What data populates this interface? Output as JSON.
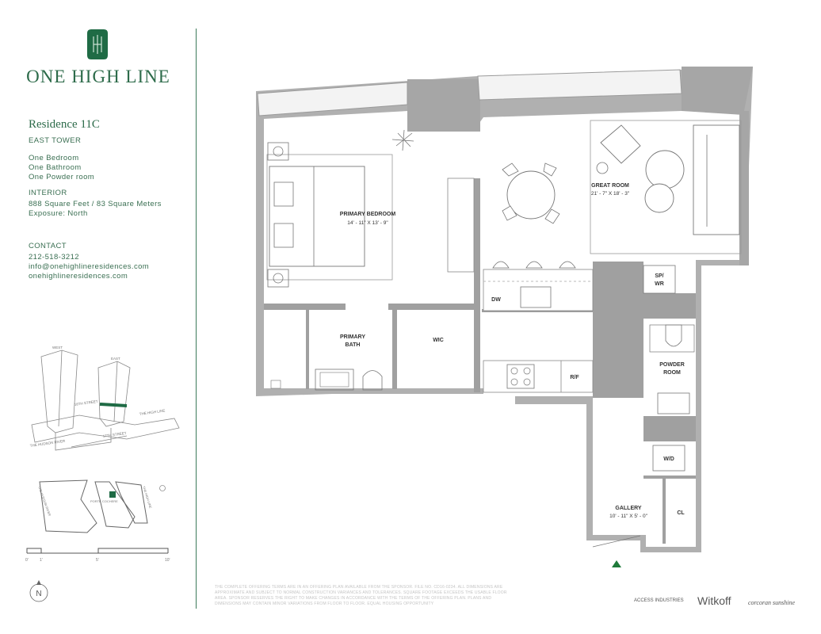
{
  "brand": {
    "name": "ONE HIGH LINE",
    "mark": "I-I-I"
  },
  "residence": {
    "title": "Residence 11C",
    "tower": "EAST TOWER",
    "rooms": [
      "One Bedroom",
      "One Bathroom",
      "One Powder room"
    ]
  },
  "interior": {
    "heading": "INTERIOR",
    "size": "888 Square Feet / 83 Square Meters",
    "exposure": "Exposure: North"
  },
  "contact": {
    "heading": "CONTACT",
    "phone": "212-518-3212",
    "email": "info@onehighlineresidences.com",
    "website": "onehighlineresidences.com"
  },
  "keyplan": {
    "tower_labels": [
      "WEST",
      "EAST"
    ],
    "street_labels": [
      "18TH STREET",
      "17TH STREET",
      "THE HUDSON RIVER",
      "THE HIGH LINE"
    ],
    "site_labels": [
      "THE HUDSON RIVER",
      "PORTE COCHERE",
      "THE HIGH LINE"
    ],
    "scale_labels": [
      "0'",
      "1'",
      "5'",
      "10'"
    ],
    "north": "N"
  },
  "rooms": {
    "bedroom_name": "PRIMARY BEDROOM",
    "bedroom_dim": "14' - 11\" X 13' - 9\"",
    "great_name": "GREAT ROOM",
    "great_dim": "21' - 7\" X 18' - 3\"",
    "bath_name_1": "PRIMARY",
    "bath_name_2": "BATH",
    "wic": "WIC",
    "dw": "DW",
    "rf": "R/F",
    "spwr_1": "SP/",
    "spwr_2": "WR",
    "powder_1": "POWDER",
    "powder_2": "ROOM",
    "wd": "W/D",
    "gallery_name": "GALLERY",
    "gallery_dim": "10' - 11\" X 5' - 0\"",
    "cl": "CL"
  },
  "disclaimer": "THE COMPLETE OFFERING TERMS ARE IN AN OFFERING PLAN AVAILABLE FROM THE SPONSOR. FILE NO. CD16-0234. ALL DIMENSIONS ARE APPROXIMATE AND SUBJECT TO NORMAL CONSTRUCTION VARIANCES AND TOLERANCES. SQUARE FOOTAGE EXCEEDS THE USABLE FLOOR AREA. SPONSOR RESERVES THE RIGHT TO MAKE CHANGES IN ACCORDANCE WITH THE TERMS OF THE OFFERING PLAN. PLANS AND DIMENSIONS MAY CONTAIN MINOR VARIATIONS FROM FLOOR TO FLOOR. EQUAL HOUSING OPPORTUNITY",
  "partners": [
    "ACCESS INDUSTRIES",
    "Witkoff",
    "corcoran sunshine"
  ],
  "colors": {
    "brand_green": "#2d6b4a",
    "wall_gray": "#a9a9a9",
    "entry_green": "#1f7a3a"
  }
}
